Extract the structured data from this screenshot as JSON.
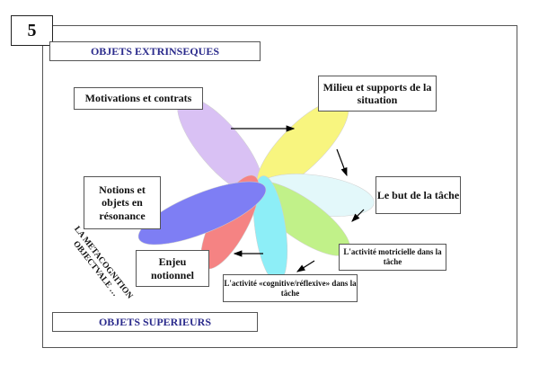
{
  "slide_number": "5",
  "headers": {
    "top": "OBJETS EXTRINSEQUES",
    "bottom": "OBJETS SUPERIEURS"
  },
  "labels": {
    "motivations": "Motivations et contrats",
    "milieu": "Milieu et supports de la situation",
    "but": "Le but de la tâche",
    "motricielle": "L'activité motricielle dans la tâche",
    "cognitive": "L'activité «cognitive/réflexive» dans la tâche",
    "enjeu": "Enjeu notionnel",
    "notions": "Notions et objets en résonance"
  },
  "side_text": "LA METACOGNITION OBJECTVALE …",
  "petal_colors": [
    "#c9a8f0",
    "#f6f24a",
    "#d8f6f8",
    "#a8ec58",
    "#5ee8f4",
    "#f25050",
    "#4848f0"
  ]
}
